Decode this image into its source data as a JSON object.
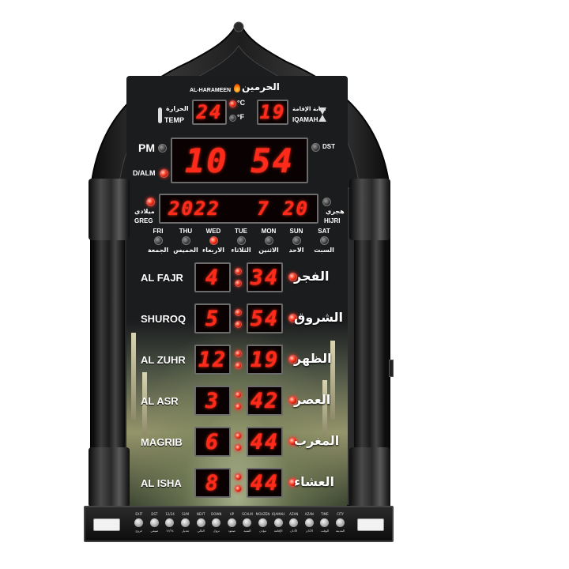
{
  "brand": {
    "latin": "AL-HARAMEEN",
    "arabic": "الحرمين"
  },
  "temperature": {
    "label_en": "TEMP",
    "label_ar": "الحرارة",
    "value": "24",
    "unit_c": "°C",
    "unit_f": "°F"
  },
  "iqamah": {
    "label_en": "IQAMAH",
    "label_ar": "منابة الإقامة",
    "value": "19"
  },
  "clock": {
    "hours": "10",
    "minutes": "54",
    "pm_label": "PM",
    "dst_label": "DST",
    "alarm_label": "D/ALM"
  },
  "date": {
    "year": "2022",
    "month": "7",
    "day": "20",
    "greg_en": "GREG",
    "greg_ar": "ميلادي",
    "hijri_en": "HIJRI",
    "hijri_ar": "هجري"
  },
  "weekdays": [
    {
      "en": "FRI",
      "ar": "الجمعة",
      "active": false
    },
    {
      "en": "THU",
      "ar": "الخميس",
      "active": false
    },
    {
      "en": "WED",
      "ar": "الاربعاء",
      "active": true
    },
    {
      "en": "TUE",
      "ar": "الثلاثاء",
      "active": false
    },
    {
      "en": "MON",
      "ar": "الاثنين",
      "active": false
    },
    {
      "en": "SUN",
      "ar": "الاحد",
      "active": false
    },
    {
      "en": "SAT",
      "ar": "السبت",
      "active": false
    }
  ],
  "prayers": [
    {
      "en": "AL FAJR",
      "ar": "الفجر",
      "hour": "4",
      "minute": "34"
    },
    {
      "en": "SHUROQ",
      "ar": "الشروق",
      "hour": "5",
      "minute": "54"
    },
    {
      "en": "AL ZUHR",
      "ar": "الظهر",
      "hour": "12",
      "minute": "19"
    },
    {
      "en": "AL ASR",
      "ar": "العصر",
      "hour": "3",
      "minute": "42"
    },
    {
      "en": "MAGRIB",
      "ar": "المغرب",
      "hour": "6",
      "minute": "44"
    },
    {
      "en": "AL ISHA",
      "ar": "العشاء",
      "hour": "8",
      "minute": "44"
    }
  ],
  "buttons": [
    {
      "label": "EXIT",
      "ar": "خروج"
    },
    {
      "label": "DST",
      "ar": "صيفي"
    },
    {
      "label": "12/24",
      "ar": "١٢/٢٤"
    },
    {
      "label": "SUM",
      "ar": "تعديل"
    },
    {
      "label": "NEXT",
      "ar": "التالي"
    },
    {
      "label": "DOWN",
      "ar": "نزول"
    },
    {
      "label": "UP",
      "ar": "صعود"
    },
    {
      "label": "SCALM",
      "ar": "المنبه"
    },
    {
      "label": "MOAZEN",
      "ar": "مؤذن"
    },
    {
      "label": "IQAMAH",
      "ar": "الإقامة"
    },
    {
      "label": "AZAN",
      "ar": "الأذان"
    },
    {
      "label": "AZAN",
      "ar": "الأذان"
    },
    {
      "label": "TIME",
      "ar": "الوقت"
    },
    {
      "label": "CITY",
      "ar": "المدينة"
    }
  ],
  "colors": {
    "led": "#ff2a1a",
    "body": "#1b1c1e",
    "frame": "#2b2b2b"
  }
}
